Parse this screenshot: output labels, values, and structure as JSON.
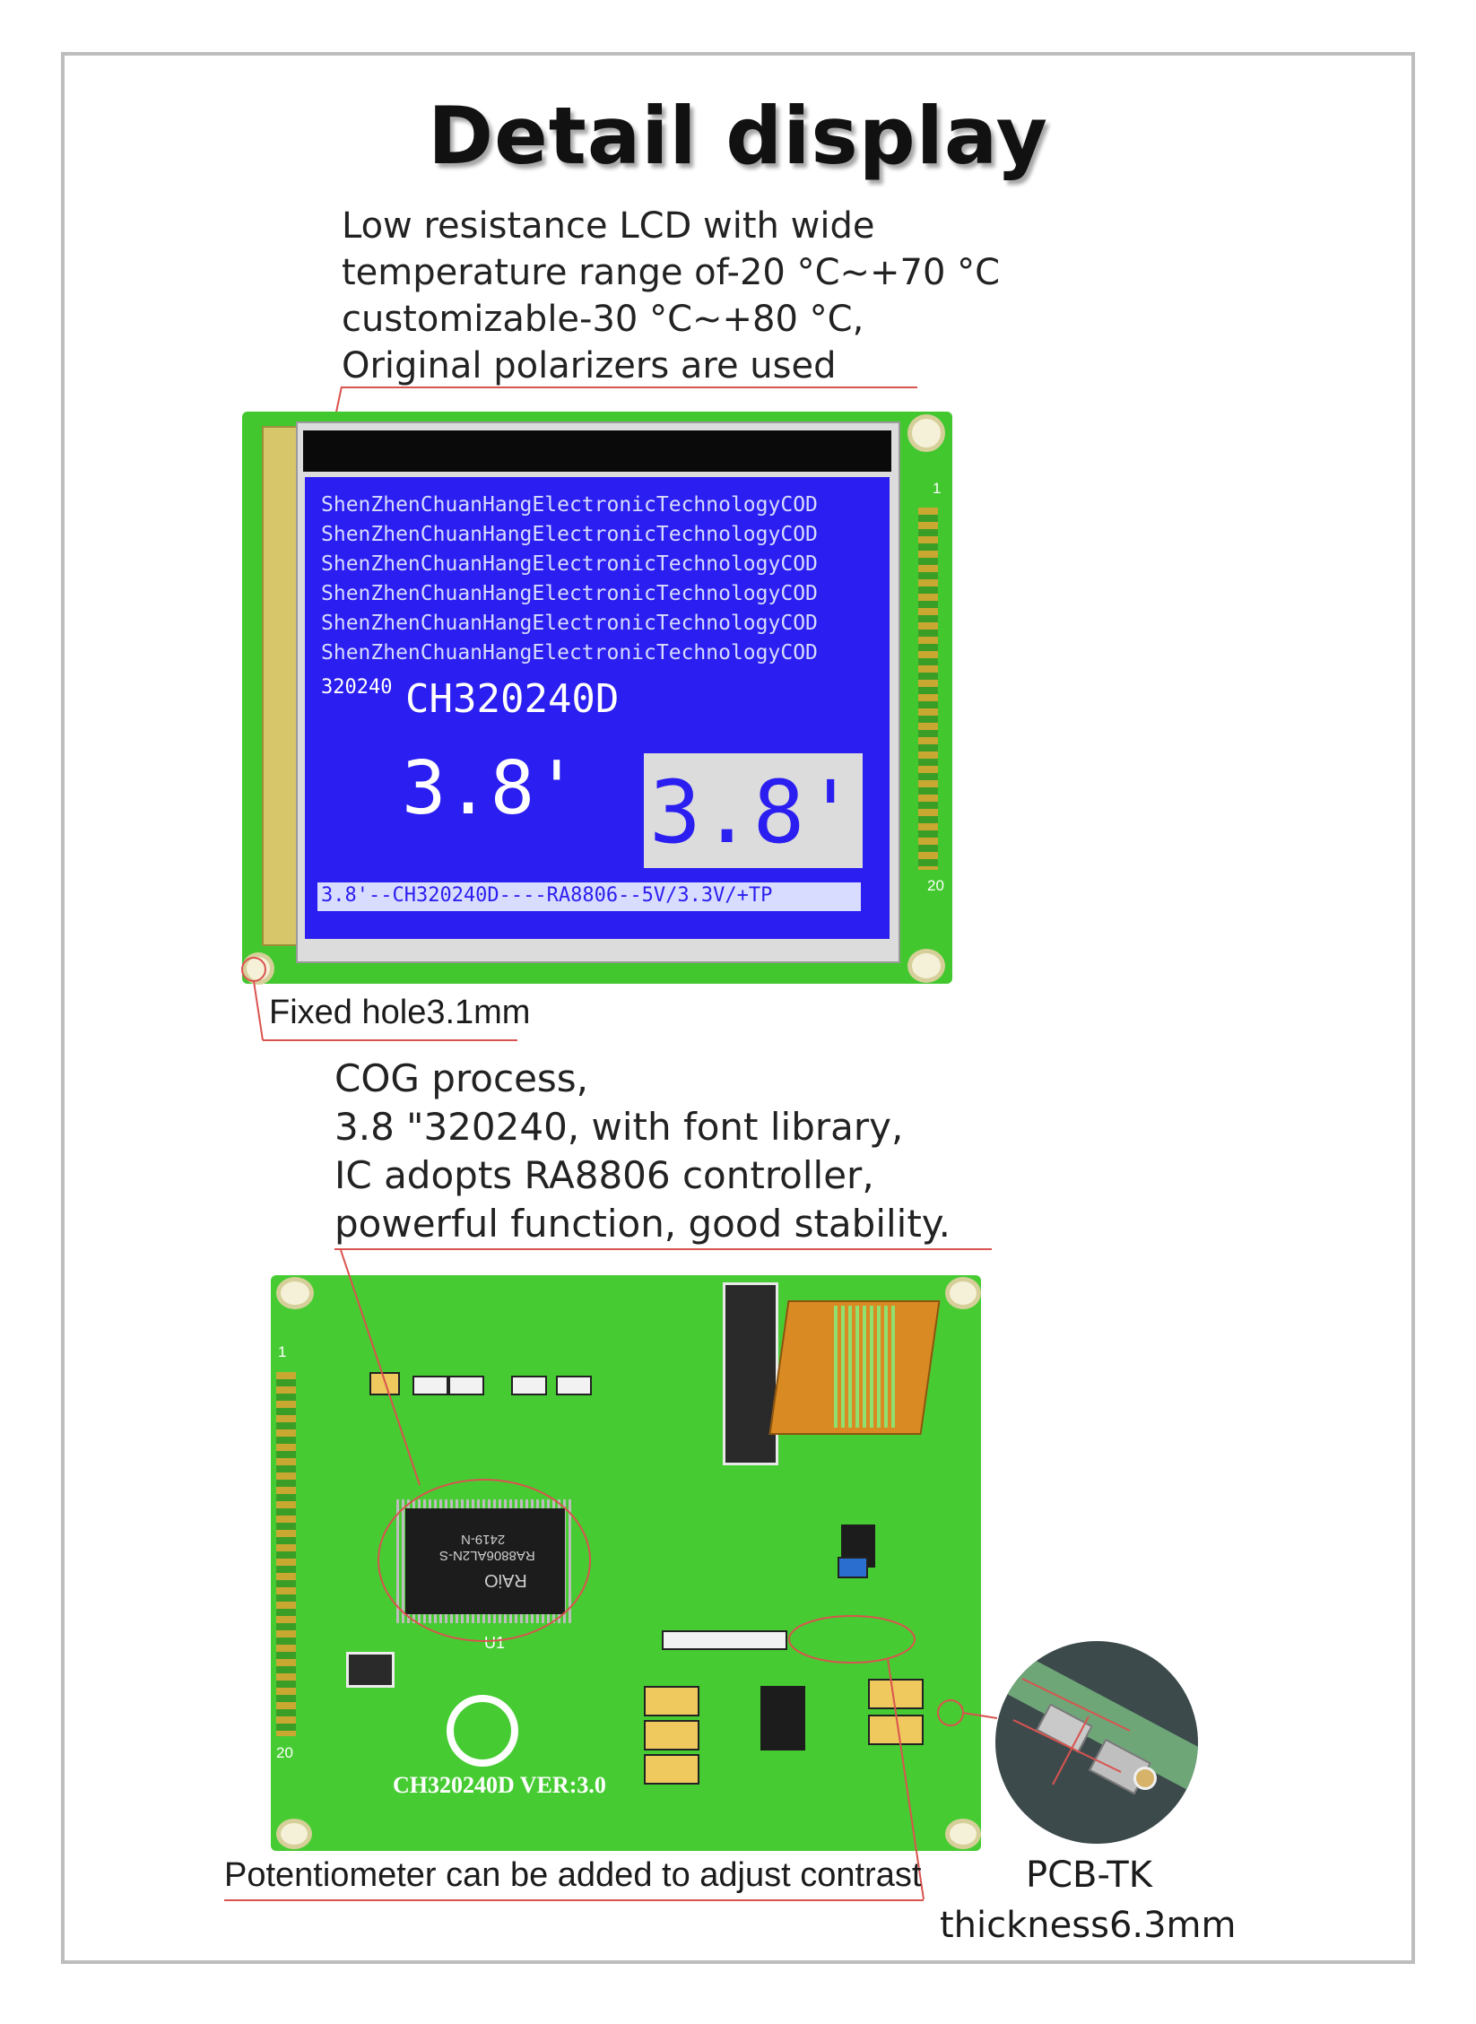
{
  "title": "Detail display",
  "top_description": [
    "Low resistance LCD with wide",
    "temperature range of-20 °C~+70 °C",
    "customizable-30 °C~+80 °C,",
    "Original polarizers are used"
  ],
  "lcd": {
    "company_line": "ShenZhenChuanHangElectronicTechnologyCOD",
    "resolution_small": "320240",
    "model": "CH320240D",
    "size_left": "3.8'",
    "size_right": "3.8'",
    "bottom_line": "3.8'--CH320240D----RA8806--5V/3.3V/+TP",
    "pin_first": "1",
    "pin_last": "20"
  },
  "fixed_hole_caption": "Fixed hole3.1mm",
  "middle_description": [
    "COG process,",
    "3.8 \"320240, with font library,",
    "IC adopts RA8806 controller,",
    "powerful function, good stability."
  ],
  "pcb_back": {
    "board_model": "CH320240D  VER:3.0",
    "chip_brand": "RAiO",
    "chip_part": "RA8806AL2N-S",
    "chip_code": "2419-N",
    "chip_ref": "U1",
    "pin_first": "1",
    "pin_last": "20"
  },
  "potentiometer_caption": "Potentiometer can be added to adjust contrast",
  "pcb_tk_caption": "PCB-TK",
  "thickness_caption": "thickness6.3mm",
  "colors": {
    "pcb_green": "#42c72e",
    "lcd_blue": "#2b1ef0",
    "annotation_red": "#d9534f"
  }
}
